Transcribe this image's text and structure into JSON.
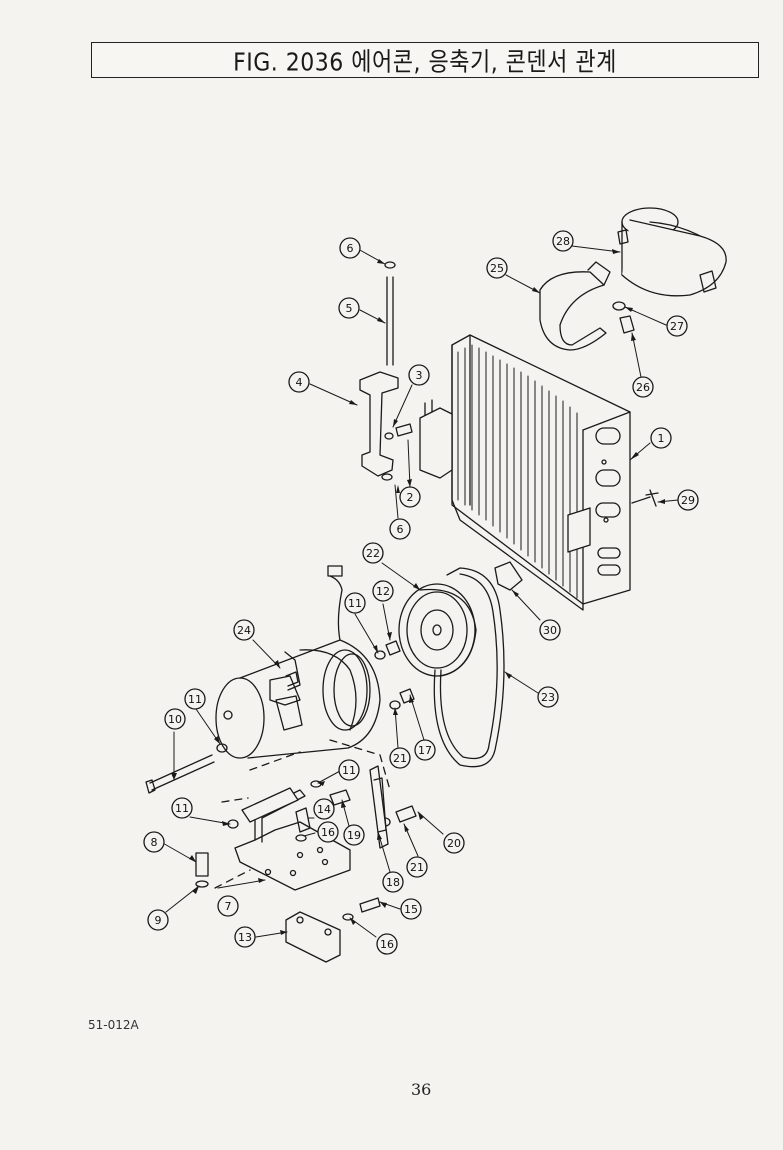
{
  "title": "FIG. 2036 에어콘, 응축기, 콘덴서 관계",
  "drawing_code": "51-012A",
  "page_number": "36",
  "callouts": [
    "1",
    "2",
    "3",
    "4",
    "5",
    "6",
    "6",
    "7",
    "8",
    "9",
    "10",
    "11",
    "11",
    "11",
    "11",
    "12",
    "13",
    "14",
    "15",
    "16",
    "16",
    "17",
    "19",
    "18",
    "20",
    "21",
    "21",
    "22",
    "23",
    "24",
    "25",
    "26",
    "27",
    "28",
    "29",
    "30"
  ]
}
